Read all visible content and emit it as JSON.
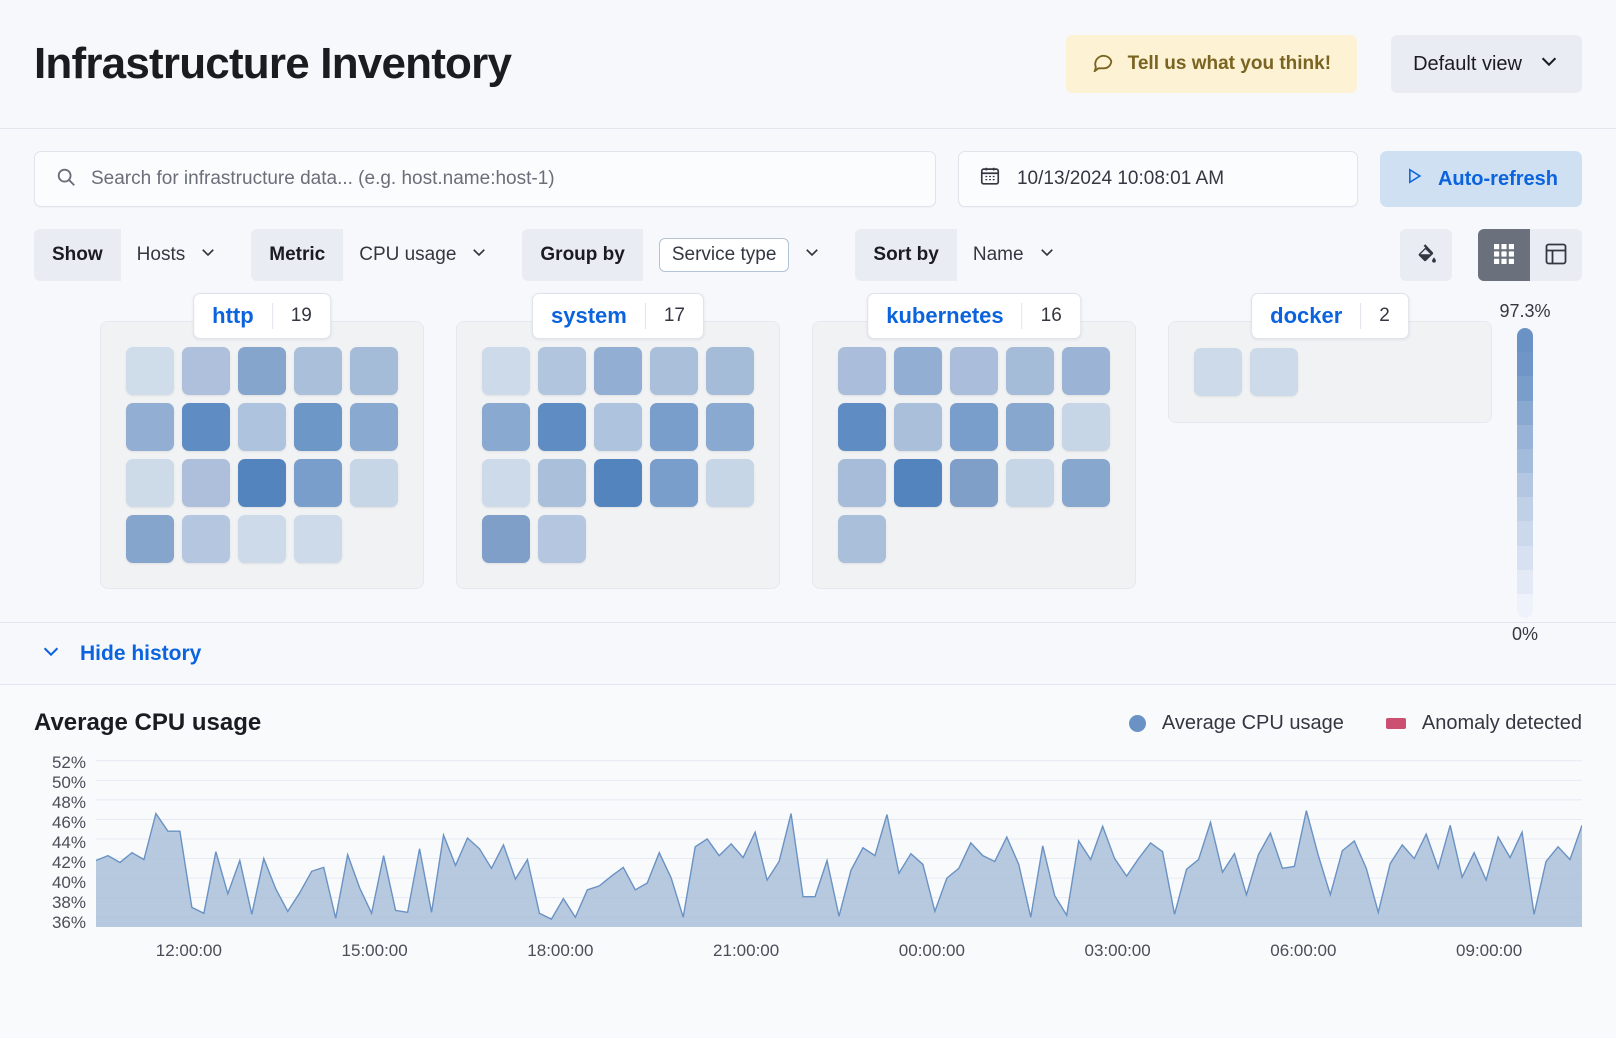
{
  "header": {
    "title": "Infrastructure Inventory",
    "feedback_label": "Tell us what you think!",
    "view_label": "Default view"
  },
  "search": {
    "placeholder": "Search for infrastructure data... (e.g. host.name:host-1)",
    "value": "",
    "date_value": "10/13/2024 10:08:01 AM",
    "refresh_label": "Auto-refresh"
  },
  "filters": [
    {
      "label": "Show",
      "value": "Hosts",
      "boxed": false
    },
    {
      "label": "Metric",
      "value": "CPU usage",
      "boxed": false
    },
    {
      "label": "Group by",
      "value": "Service type",
      "boxed": true
    },
    {
      "label": "Sort by",
      "value": "Name",
      "boxed": false
    }
  ],
  "legend": {
    "max": "97.3%",
    "min": "0%",
    "steps": [
      "#6a92c4",
      "#6f96c7",
      "#7a9ecb",
      "#8aa9d1",
      "#97b3d7",
      "#a4bcdc",
      "#b3c7e2",
      "#c0d0e7",
      "#ccd9ec",
      "#d7e1f1",
      "#e3eaf6",
      "#eef2fa"
    ]
  },
  "toolbar": {
    "palette_icon": "paint-bucket-icon",
    "grid_view_icon": "grid-view-icon",
    "table_view_icon": "table-view-icon",
    "active_view": "grid"
  },
  "groups": [
    {
      "name": "http",
      "count": "19",
      "cells": [
        "#cfdcea",
        "#aec0dc",
        "#86a5cd",
        "#a9bfda",
        "#a5bcd9",
        "#93aed3",
        "#5f8cc2",
        "#aec3de",
        "#6d97c7",
        "#8aa9d0",
        "#cddbe9",
        "#aebfdb",
        "#5384bd",
        "#7a9ecb",
        "#c7d6e7",
        "#86a5cd",
        "#b5c7e0",
        "#ccdaea",
        "#ccdaea"
      ]
    },
    {
      "name": "system",
      "count": "17",
      "cells": [
        "#ccdaea",
        "#b2c5de",
        "#93aed3",
        "#a9bfda",
        "#a5bcd9",
        "#8aa9d0",
        "#5f8cc2",
        "#aec3de",
        "#7a9ecb",
        "#8aa9d0",
        "#ccdaea",
        "#a9bfda",
        "#5384bd",
        "#7a9ecb",
        "#c7d6e7",
        "#7f9fc9",
        "#b5c7e0"
      ]
    },
    {
      "name": "kubernetes",
      "count": "16",
      "cells": [
        "#aabedb",
        "#93aed3",
        "#aabedb",
        "#a5bcd9",
        "#9bb4d5",
        "#5f8cc2",
        "#a9bfda",
        "#7a9ecb",
        "#87a7cf",
        "#c7d6e7",
        "#a6bcd9",
        "#5384bd",
        "#7f9fc9",
        "#c7d6e7",
        "#87a7cf",
        "#a9bfda"
      ]
    },
    {
      "name": "docker",
      "count": "2",
      "cells": [
        "#ccdaea",
        "#ccdaea"
      ]
    }
  ],
  "history": {
    "toggle_label": "Hide history"
  },
  "chart_data": {
    "type": "area",
    "title": "Average CPU usage",
    "xlabel": "",
    "ylabel": "",
    "grid": true,
    "legend_position": "top-right",
    "legend": [
      {
        "name": "Average CPU usage",
        "color": "#6a92c4",
        "marker": "circle"
      },
      {
        "name": "Anomaly detected",
        "color": "#cc4f72",
        "marker": "rect"
      }
    ],
    "ytick_labels": [
      "52%",
      "50%",
      "48%",
      "46%",
      "44%",
      "42%",
      "40%",
      "38%",
      "36%"
    ],
    "ylim": [
      35,
      53
    ],
    "xtick_labels": [
      "12:00:00",
      "15:00:00",
      "18:00:00",
      "21:00:00",
      "00:00:00",
      "03:00:00",
      "06:00:00",
      "09:00:00"
    ],
    "series": [
      {
        "name": "Average CPU usage",
        "color": "#6a92c4",
        "fill": "#aabfd9",
        "values": [
          41.8,
          42.3,
          41.6,
          42.6,
          41.9,
          46.6,
          44.8,
          44.8,
          37.0,
          36.4,
          42.7,
          38.4,
          41.8,
          36.3,
          42.0,
          38.9,
          36.6,
          38.5,
          40.7,
          41.1,
          35.9,
          42.4,
          39.0,
          36.4,
          42.3,
          36.7,
          36.5,
          43.0,
          36.5,
          44.4,
          41.3,
          44.1,
          43.0,
          41.0,
          43.4,
          39.9,
          41.9,
          36.4,
          35.8,
          37.9,
          36.0,
          38.8,
          39.2,
          40.2,
          41.1,
          38.8,
          39.5,
          42.6,
          40.0,
          36.0,
          43.2,
          44.0,
          42.3,
          43.5,
          42.1,
          44.7,
          39.8,
          41.7,
          46.6,
          38.1,
          38.1,
          41.8,
          36.1,
          40.8,
          43.1,
          42.3,
          46.5,
          40.5,
          42.5,
          41.4,
          36.6,
          40.0,
          41.0,
          43.6,
          42.3,
          41.7,
          44.2,
          41.4,
          36.0,
          43.3,
          38.2,
          36.2,
          43.8,
          41.9,
          45.3,
          42.0,
          40.2,
          42.0,
          43.6,
          42.7,
          36.3,
          40.9,
          41.9,
          45.7,
          40.6,
          42.5,
          38.3,
          42.4,
          44.6,
          41.0,
          41.2,
          46.9,
          42.3,
          38.3,
          42.8,
          43.8,
          41.0,
          36.5,
          41.5,
          43.4,
          42.0,
          44.5,
          41.0,
          45.4,
          40.1,
          42.6,
          39.8,
          44.2,
          42.1,
          44.7,
          36.3,
          41.7,
          43.2,
          41.9,
          45.4
        ]
      }
    ],
    "anomalies": []
  }
}
